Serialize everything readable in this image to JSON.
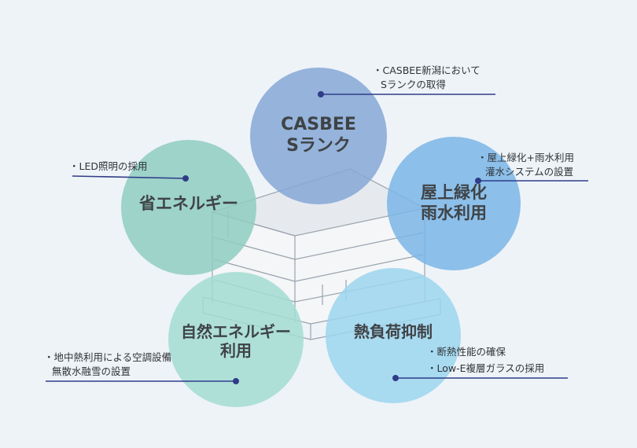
{
  "circles": [
    {
      "id": "casbee",
      "label_lines": [
        "CASBEE",
        "Sランク"
      ],
      "color": "#86a8d6"
    },
    {
      "id": "energy",
      "label_lines": [
        "省エネルギー"
      ],
      "color": "#8fcdc1"
    },
    {
      "id": "roof",
      "label_lines": [
        "屋上緑化",
        "雨水利用"
      ],
      "color": "#7cb6e6"
    },
    {
      "id": "natural",
      "label_lines": [
        "自然エネルギー",
        "利用"
      ],
      "color": "#a3dcd3"
    },
    {
      "id": "heat",
      "label_lines": [
        "熱負荷抑制"
      ],
      "color": "#9cd5ef"
    }
  ],
  "notes": [
    {
      "id": "casbee",
      "lines": [
        "・CASBEE新潟において",
        "Sランクの取得"
      ]
    },
    {
      "id": "energy",
      "lines": [
        "・LED照明の採用"
      ]
    },
    {
      "id": "roof",
      "lines": [
        "・屋上緑化+雨水利用",
        "灌水システムの設置"
      ]
    },
    {
      "id": "natural",
      "lines": [
        "・地中熱利用による空調設備",
        "無散水融雪の設置"
      ]
    },
    {
      "id": "heat",
      "lines": [
        "・断熱性能の確保",
        "・Low-E複層ガラスの採用"
      ]
    }
  ],
  "colors": {
    "background": "#eef3f8",
    "leader_line": "#303c88",
    "building_line": "#9aa3ad",
    "building_fill": "#f4f6f8"
  }
}
